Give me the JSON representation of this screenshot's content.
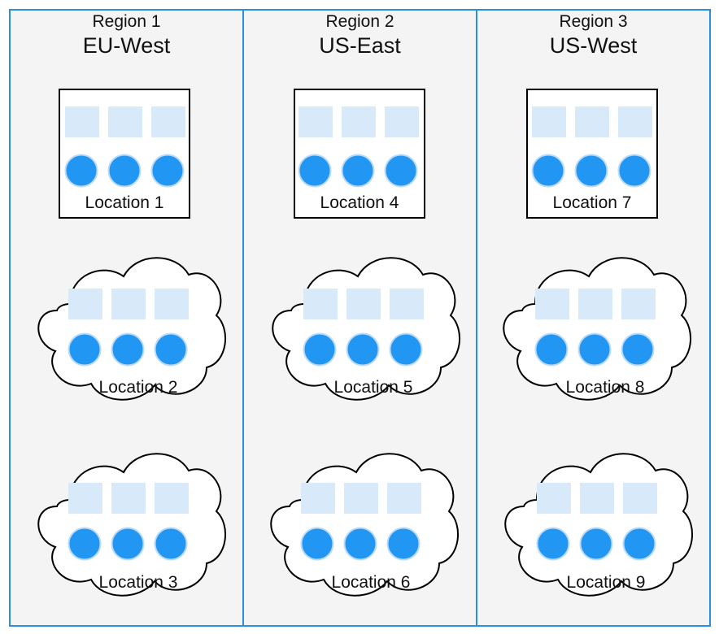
{
  "colors": {
    "panel_bg": "#f4f4f4",
    "panel_border": "#2b8fe0",
    "box_border": "#000000",
    "square_fill": "#d8eaf9",
    "circle_fill": "#2196f3",
    "circle_stroke": "#bcdaf5"
  },
  "regions": [
    {
      "label": "Region 1",
      "name": "EU-West",
      "locations": [
        {
          "name": "Location 1",
          "kind": "datacenter"
        },
        {
          "name": "Location 2",
          "kind": "cloud"
        },
        {
          "name": "Location 3",
          "kind": "cloud"
        }
      ]
    },
    {
      "label": "Region 2",
      "name": "US-East",
      "locations": [
        {
          "name": "Location 4",
          "kind": "datacenter"
        },
        {
          "name": "Location 5",
          "kind": "cloud"
        },
        {
          "name": "Location 6",
          "kind": "cloud"
        }
      ]
    },
    {
      "label": "Region 3",
      "name": "US-West",
      "locations": [
        {
          "name": "Location 7",
          "kind": "datacenter"
        },
        {
          "name": "Location 8",
          "kind": "cloud"
        },
        {
          "name": "Location 9",
          "kind": "cloud"
        }
      ]
    }
  ]
}
